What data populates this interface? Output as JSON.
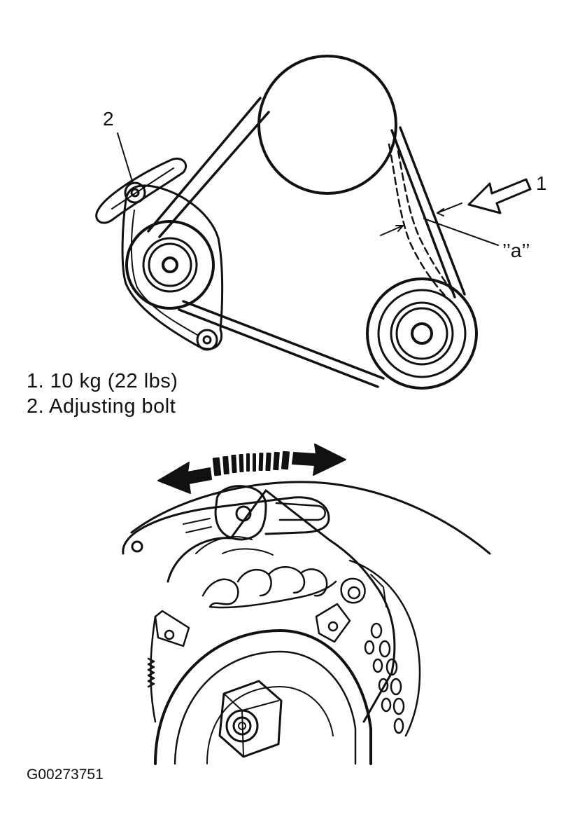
{
  "callouts": {
    "one": "1",
    "two": "2",
    "a": "’’a’’"
  },
  "legend": {
    "item1": "1. 10 kg (22 lbs)",
    "item2": "2. Adjusting bolt"
  },
  "figure_id": "G00273751",
  "icons": [
    "force-arrow-icon",
    "double-arrow-icon"
  ],
  "colors": {
    "ink": "#111111",
    "paper": "#ffffff"
  }
}
